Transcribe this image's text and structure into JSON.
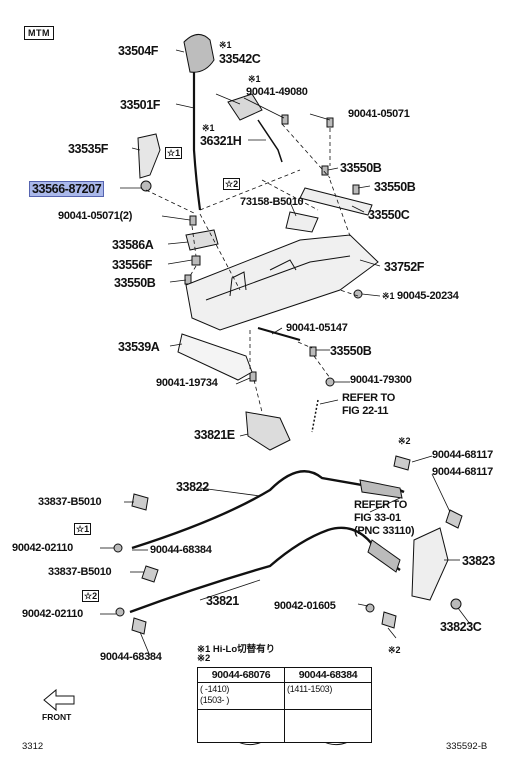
{
  "header": {
    "mtm_tag": "MTM"
  },
  "markers": {
    "note1": "※1",
    "note2": "※2",
    "star1": "☆1",
    "star2": "☆2"
  },
  "callouts": [
    {
      "part": "33504F"
    },
    {
      "part": "33542C",
      "note": "※1"
    },
    {
      "part": "90041-49080",
      "note": "※1"
    },
    {
      "part": "33501F"
    },
    {
      "part": "90041-05071"
    },
    {
      "part": "36321H",
      "note": "※1"
    },
    {
      "part": "33535F"
    },
    {
      "part": "33550B"
    },
    {
      "part": "33566-87207",
      "highlighted": true
    },
    {
      "part": "33550B"
    },
    {
      "part": "73158-B5010"
    },
    {
      "part": "90041-05071(2)"
    },
    {
      "part": "33550C"
    },
    {
      "part": "33586A"
    },
    {
      "part": "33556F"
    },
    {
      "part": "33752F"
    },
    {
      "part": "33550B"
    },
    {
      "part": "90045-20234",
      "note": "※1"
    },
    {
      "part": "90041-05147"
    },
    {
      "part": "33539A"
    },
    {
      "part": "33550B"
    },
    {
      "part": "90041-19734"
    },
    {
      "part": "90041-79300"
    },
    {
      "part": "33821E"
    },
    {
      "part": "33822"
    },
    {
      "part": "90044-68117"
    },
    {
      "part": "90044-68117"
    },
    {
      "part": "33837-B5010"
    },
    {
      "part": "90042-02110"
    },
    {
      "part": "90044-68384"
    },
    {
      "part": "33837-B5010"
    },
    {
      "part": "33823"
    },
    {
      "part": "33821"
    },
    {
      "part": "90042-02110"
    },
    {
      "part": "90042-01605"
    },
    {
      "part": "33823C"
    },
    {
      "part": "90044-68384"
    }
  ],
  "references": [
    {
      "line1": "REFER TO",
      "line2": "FIG 22-11"
    },
    {
      "line1": "REFER TO",
      "line2": "FIG 33-01",
      "line3": "(PNC 33110)"
    }
  ],
  "legend": {
    "note1_text": "※1 Hi-Lo切替有り",
    "note2_text": "※2",
    "columns": [
      {
        "part": "90044-68076",
        "range": "(    -1410)",
        "range2": "(1503-    )"
      },
      {
        "part": "90044-68384",
        "range": "(1411-1503)",
        "range2": ""
      }
    ]
  },
  "front_label": "FRONT",
  "page_left": "3312",
  "page_right": "335592-B",
  "colors": {
    "highlight_fill": "#aab8ea",
    "highlight_border": "#5664b0",
    "ink": "#111111"
  }
}
